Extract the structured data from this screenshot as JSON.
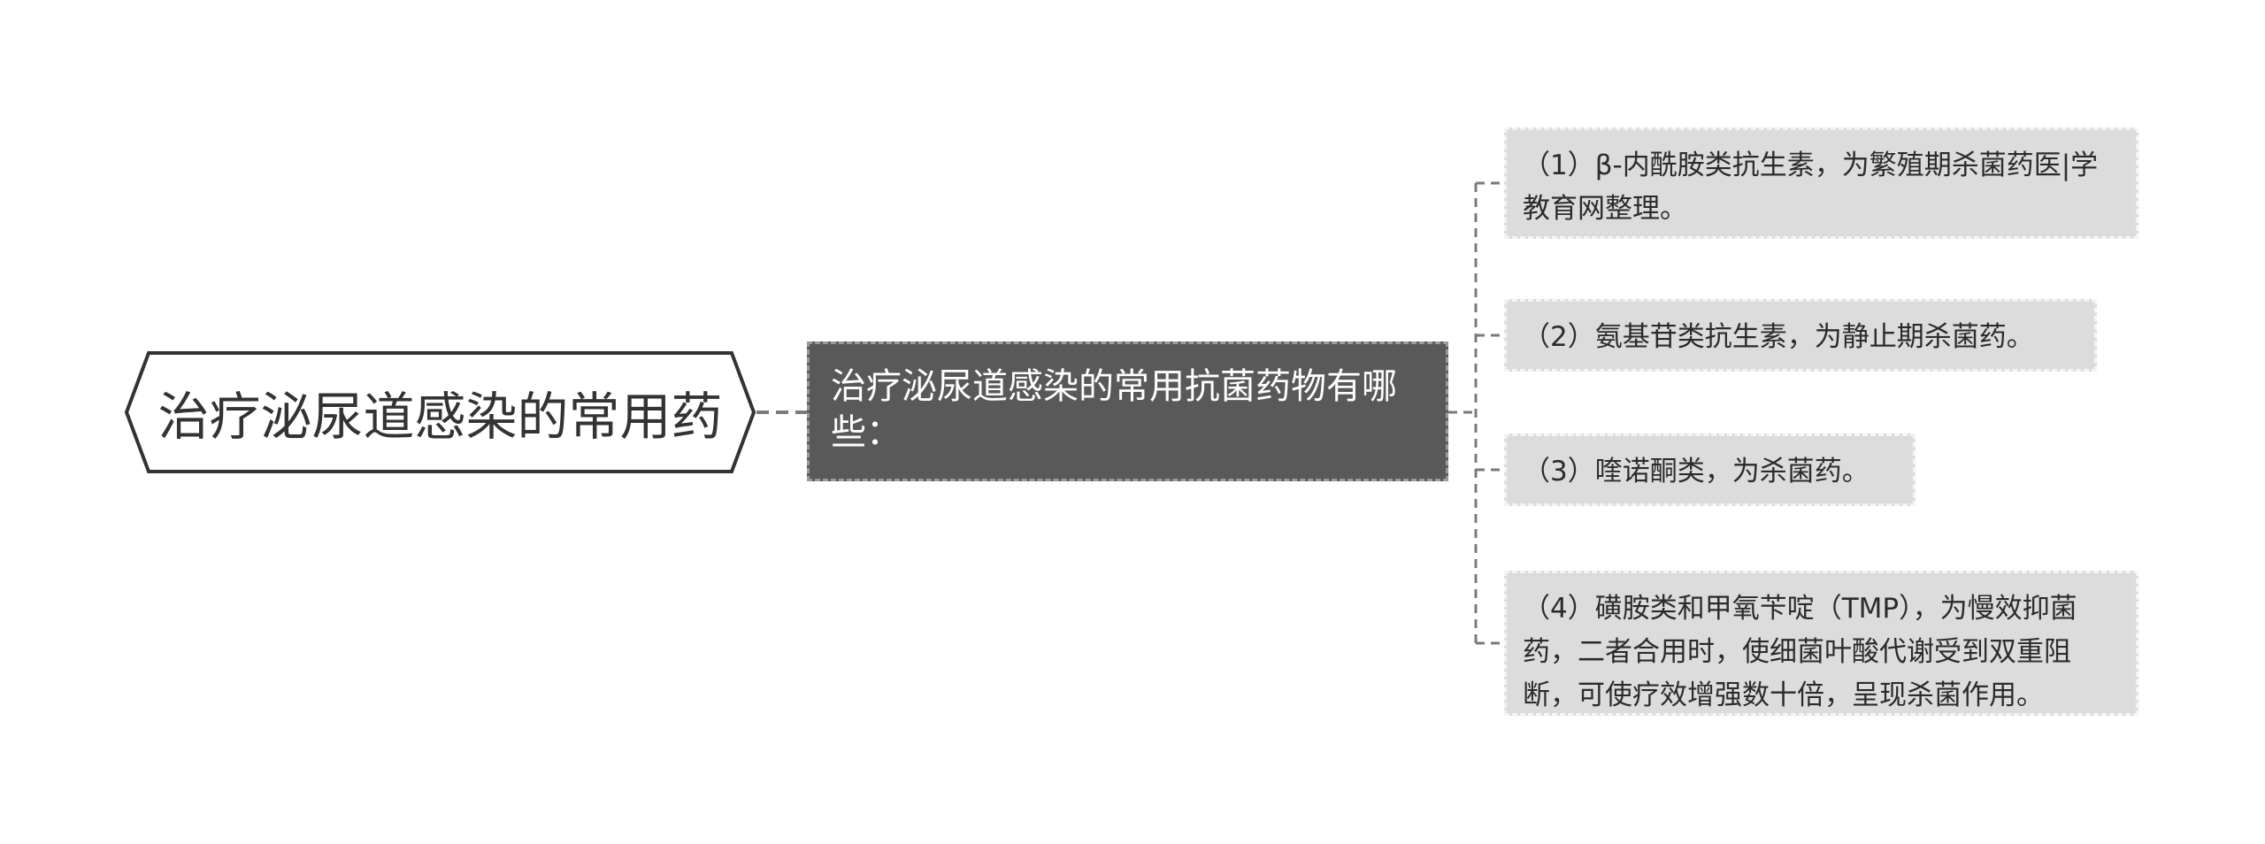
{
  "mindmap": {
    "root": {
      "label": "治疗泌尿道感染的常用药"
    },
    "topic": {
      "label": "治疗泌尿道感染的常用抗菌药物有哪些："
    },
    "branches": [
      {
        "label": "（1）β-内酰胺类抗生素，为繁殖期杀菌药医|学教育网整理。"
      },
      {
        "label": "（2）氨基苷类抗生素，为静止期杀菌药。"
      },
      {
        "label": "（3）喹诺酮类，为杀菌药。"
      },
      {
        "label": "（4）磺胺类和甲氧苄啶（TMP），为慢效抑菌药，二者合用时，使细菌叶酸代谢受到双重阻断，可使疗效增强数十倍，呈现杀菌作用。"
      }
    ],
    "colors": {
      "root_border": "#333333",
      "topic_fill": "#595959",
      "topic_text": "#ffffff",
      "leaf_fill": "#dcdcdc",
      "connector": "#7a7a7a"
    }
  }
}
